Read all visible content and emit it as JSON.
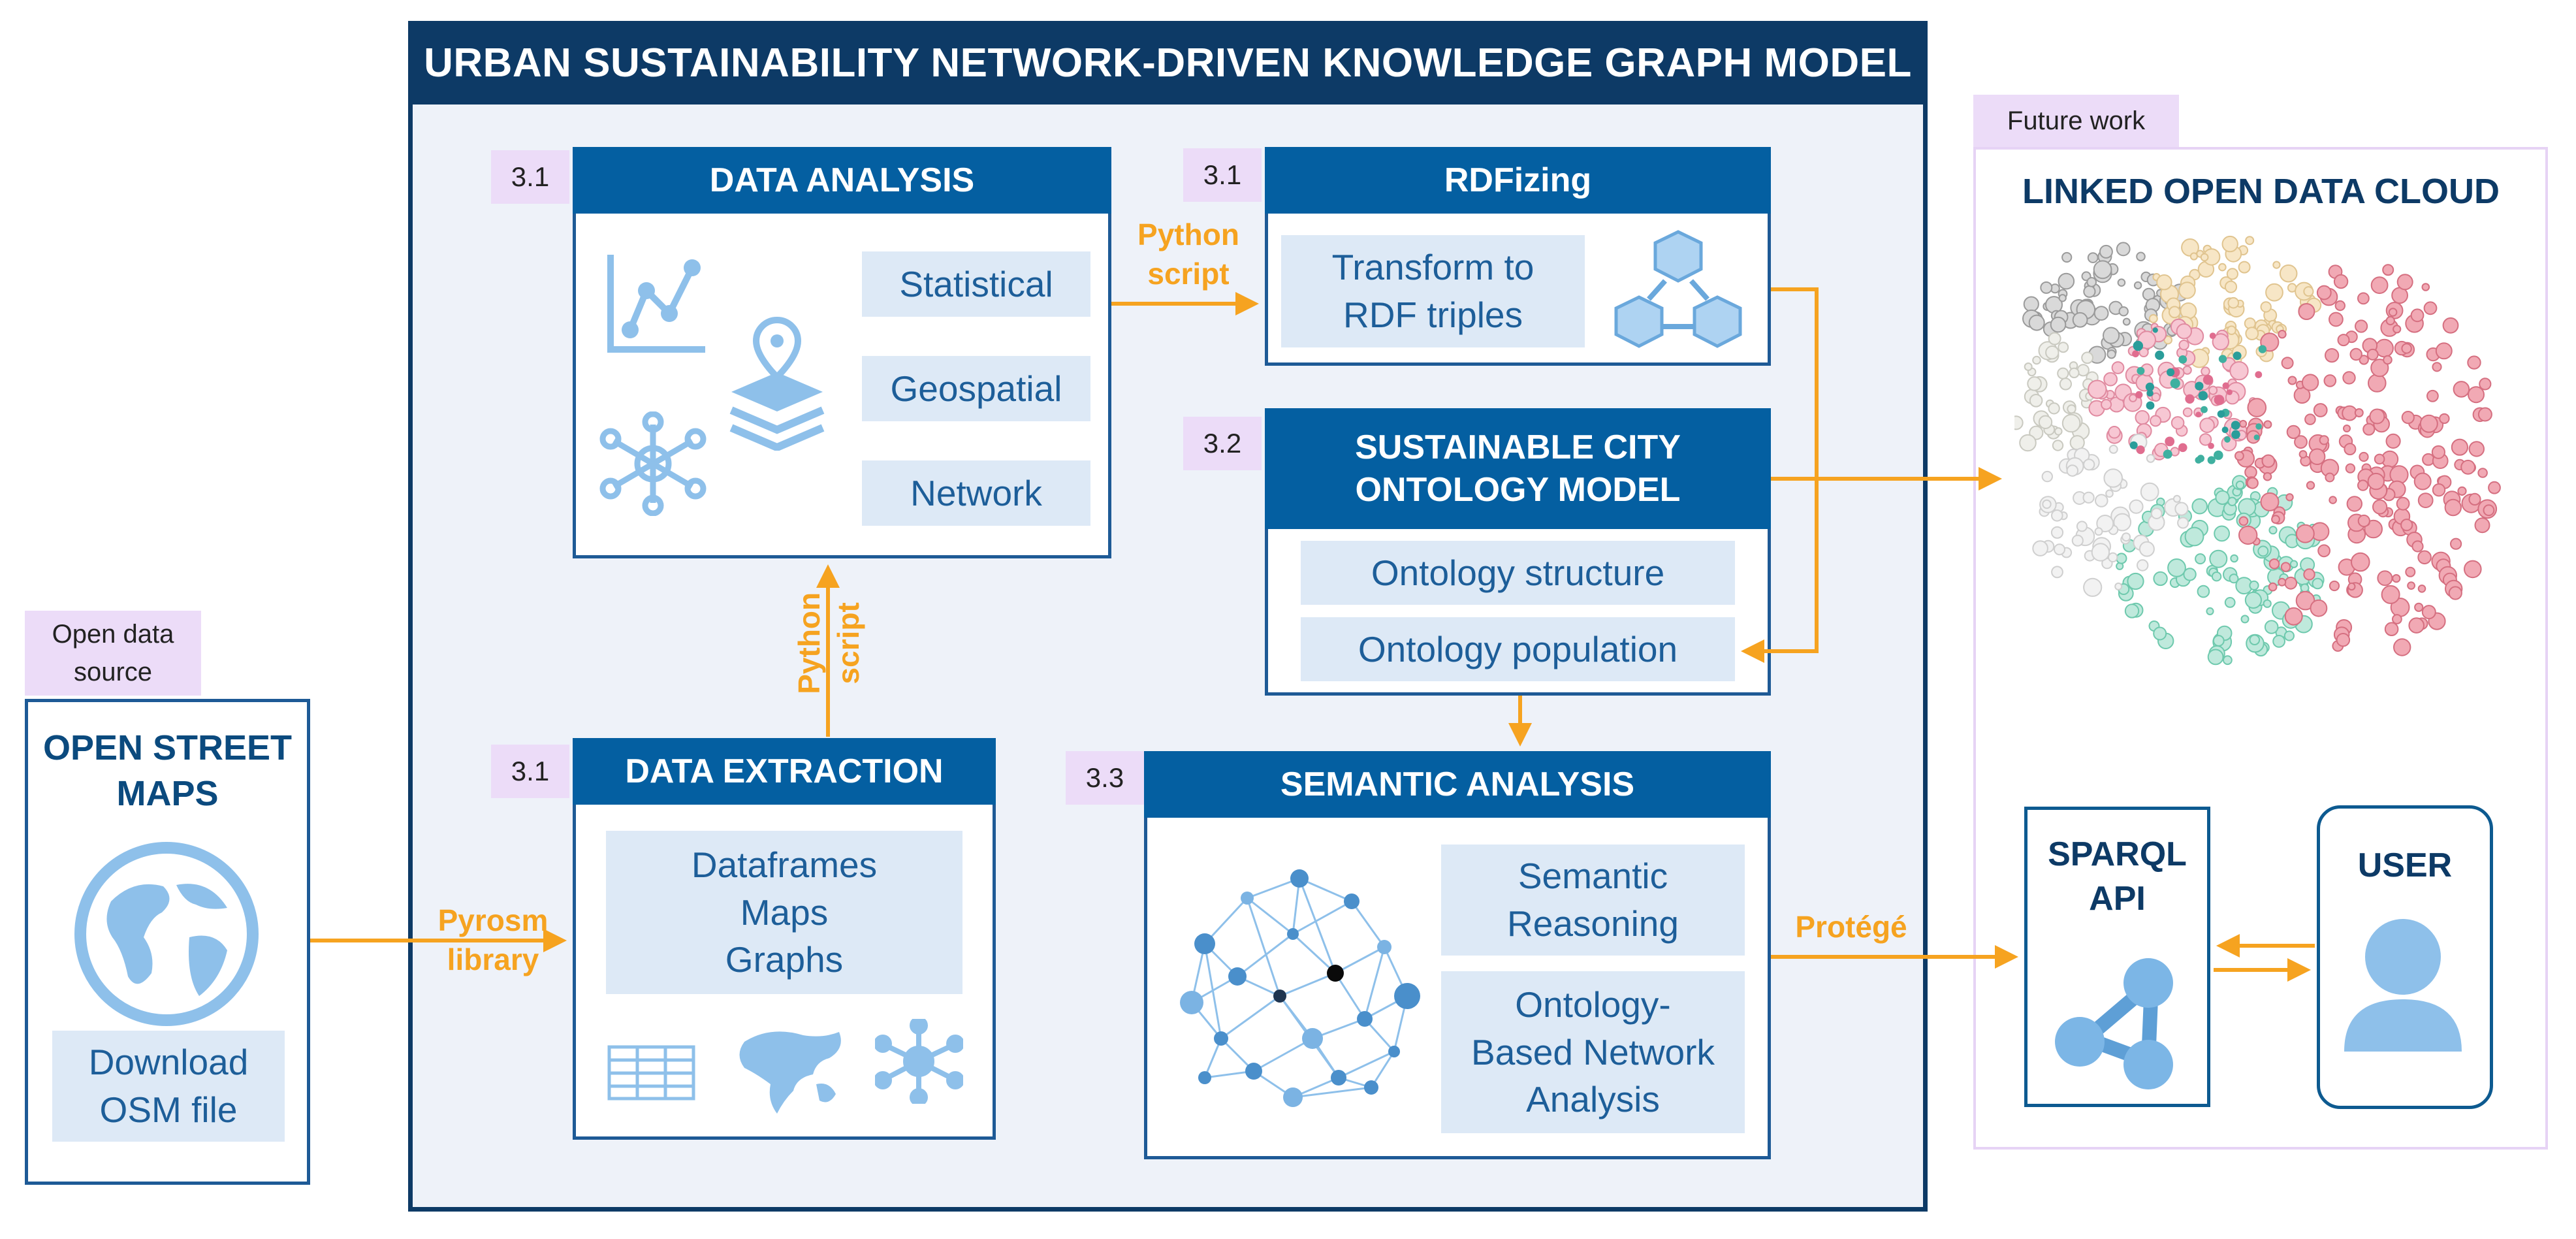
{
  "main_title": "URBAN SUSTAINABILITY NETWORK-DRIVEN KNOWLEDGE GRAPH MODEL",
  "open_data_source": {
    "tag": "Open data\nsource",
    "title": "OPEN STREET\nMAPS",
    "download": "Download\nOSM file"
  },
  "data_analysis": {
    "section": "3.1",
    "title": "DATA ANALYSIS",
    "items": [
      "Statistical",
      "Geospatial",
      "Network"
    ]
  },
  "rdfizing": {
    "section": "3.1",
    "title": "RDFizing",
    "item": "Transform to\nRDF triples"
  },
  "ontology_model": {
    "section": "3.2",
    "title": "SUSTAINABLE CITY\nONTOLOGY MODEL",
    "items": [
      "Ontology structure",
      "Ontology population"
    ]
  },
  "data_extraction": {
    "section": "3.1",
    "title": "DATA EXTRACTION",
    "item": "Dataframes\nMaps\nGraphs"
  },
  "semantic_analysis": {
    "section": "3.3",
    "title": "SEMANTIC ANALYSIS",
    "items": [
      "Semantic\nReasoning",
      "Ontology-\nBased Network\nAnalysis"
    ]
  },
  "future_work": {
    "tag": "Future work",
    "title": "LINKED OPEN DATA CLOUD",
    "sparql": "SPARQL\nAPI",
    "user": "USER"
  },
  "connectors": {
    "python_script_h": "Python\nscript",
    "python_script_v": "Python\nscript",
    "pyrosm": "Pyrosm\nlibrary",
    "protege": "Protégé"
  },
  "colors": {
    "navy": "#0d3a66",
    "header_blue": "#045fa1",
    "chip_bg": "#dde9f6",
    "accent_orange": "#f6a320",
    "tag_purple": "#ecdcf8",
    "icon_blue": "#8ec0ea"
  }
}
